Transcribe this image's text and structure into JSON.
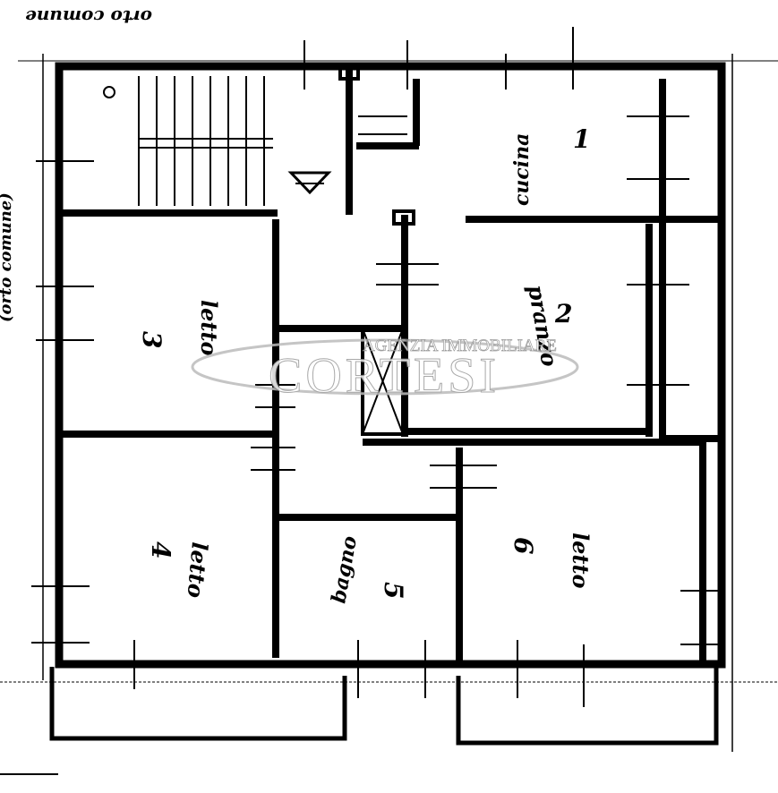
{
  "plan": {
    "top_label": "orto comune",
    "left_label": "(orto comune)",
    "rooms": [
      {
        "name": "cucina",
        "number": "1"
      },
      {
        "name": "pranzo",
        "number": "2"
      },
      {
        "name": "letto",
        "number": "3"
      },
      {
        "name": "letto",
        "number": "4"
      },
      {
        "name": "bagno",
        "number": "5"
      },
      {
        "name": "letto",
        "number": "6"
      }
    ]
  },
  "watermark": {
    "line1": "AGENZIA IMMOBILIARE",
    "line2": "CORTESI"
  }
}
